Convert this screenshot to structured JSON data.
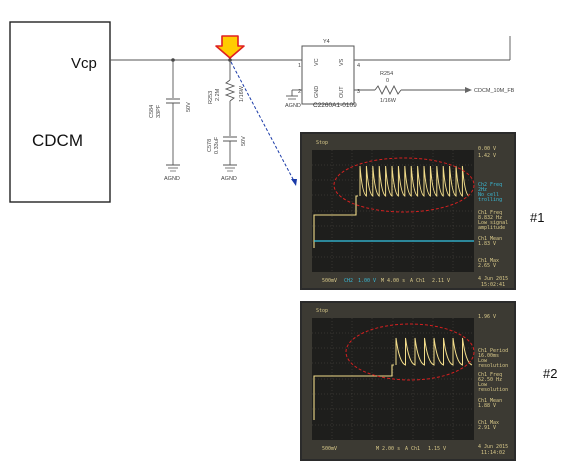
{
  "schematic": {
    "block_label": "CDCM",
    "net_label": "Vcp",
    "c584": {
      "ref": "C584",
      "value": "33PF",
      "voltage": "50V"
    },
    "r253": {
      "ref": "R253",
      "value": "2.2M",
      "power": "1/16W"
    },
    "c578": {
      "ref": "C578",
      "value": "0.33uF",
      "voltage": "50V"
    },
    "gnd_labels": [
      "AGND",
      "AGND",
      "AGND"
    ],
    "y4": {
      "ref": "Y4",
      "part": "C2260A1-0109",
      "pins": {
        "vc": "VC",
        "vs": "VS",
        "gnd": "GND",
        "out": "OUT"
      },
      "pin_numbers": [
        "1",
        "2",
        "3",
        "4"
      ]
    },
    "r254": {
      "ref": "R254",
      "value": "0",
      "power": "1/16W"
    },
    "net_out": "CDCM_10M_FB"
  },
  "scope1": {
    "label": "#1",
    "state": "Stop",
    "readouts": [
      "Ch2 Freq",
      "2Hz",
      "No cell",
      "trolling",
      "Ch1 Freq",
      "8.832 Hz",
      "Low signal",
      "amplitude",
      "Ch1 Mean",
      "1.83 V",
      "Ch1 Max",
      "2.65 V"
    ],
    "top_right": [
      "0.00 V",
      "1.42 V"
    ],
    "bottom_bar": [
      "500mV",
      "CH2",
      "1.00 V",
      "M 4.00 s",
      "A",
      "Ch1",
      "2.11 V"
    ],
    "date": "4 Jun 2015",
    "time": "15:02:41"
  },
  "scope2": {
    "label": "#2",
    "state": "Stop",
    "readouts": [
      "Ch1 Period",
      "16.00ms",
      "Low",
      "resolution",
      "Ch1 Freq",
      "62.50 Hz",
      "Low",
      "resolution",
      "Ch1 Mean",
      "1.88 V",
      "Ch1 Max",
      "2.91 V"
    ],
    "top_right": [
      "1.96 V"
    ],
    "bottom_bar": [
      "500mV",
      "M 2.00 s",
      "A",
      "Ch1",
      "1.15 V"
    ],
    "date": "4 Jun 2015",
    "time": "11:14:02"
  },
  "colors": {
    "arrow_fill": "#ffcc00",
    "arrow_stroke": "#e02020",
    "dashed_arrow": "#1a3aa8",
    "ellipse": "#d42020",
    "trace_yellow": "#f2dc8a",
    "trace_cyan": "#35c6e6"
  }
}
